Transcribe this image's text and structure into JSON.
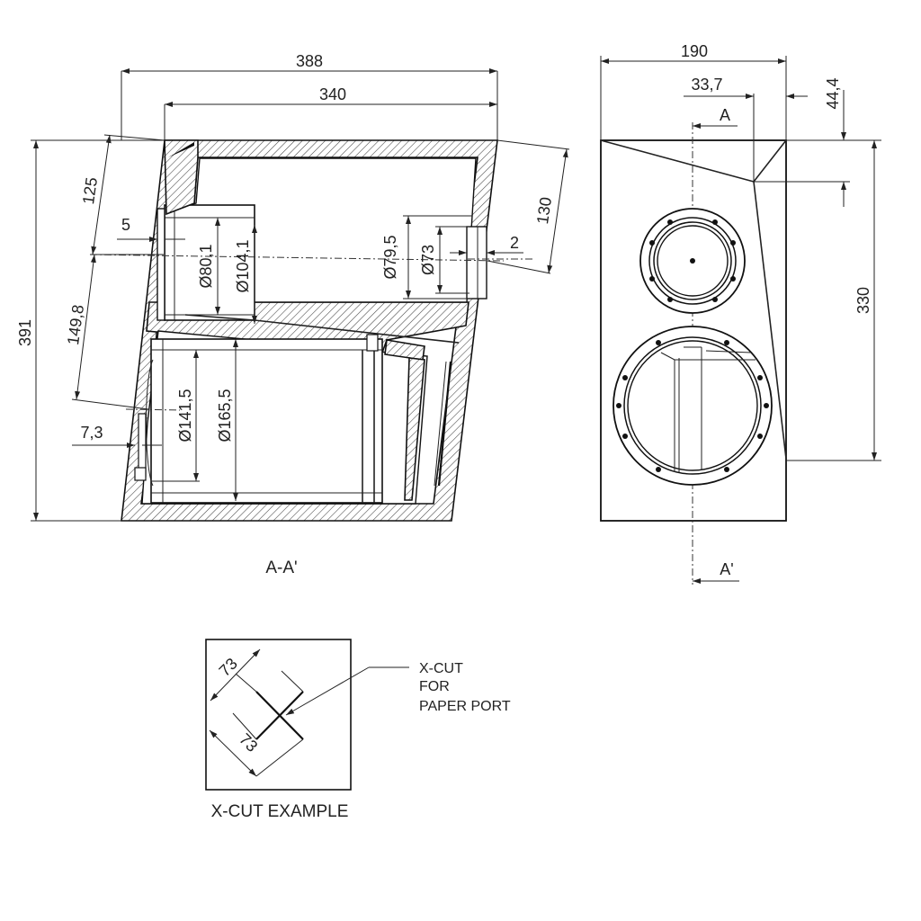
{
  "section_view": {
    "label": "A-A'",
    "dimensions": {
      "total_depth": "388",
      "top_depth": "340",
      "total_height": "391",
      "upper_chamber_height": "125",
      "lower_offset": "149,8",
      "baffle_step_upper": "5",
      "baffle_step_lower": "7,3",
      "tweeter_outer_dia": "Ø104,1",
      "tweeter_inner_dia": "Ø80,1",
      "woofer_outer_dia": "Ø165,5",
      "woofer_inner_dia": "Ø141,5",
      "port_outer_dia": "Ø79,5",
      "port_inner_dia": "Ø73",
      "port_wall": "2",
      "back_height": "130"
    }
  },
  "front_view": {
    "section_mark_top": "A",
    "section_mark_bottom": "A'",
    "dimensions": {
      "width": "190",
      "offset": "33,7",
      "top_slope": "44,4",
      "baffle_height": "330"
    }
  },
  "xcut": {
    "title": "X-CUT EXAMPLE",
    "callout_line1": "X-CUT",
    "callout_line2": "FOR",
    "callout_line3": "PAPER PORT",
    "dim_a": "73",
    "dim_b": "73"
  }
}
